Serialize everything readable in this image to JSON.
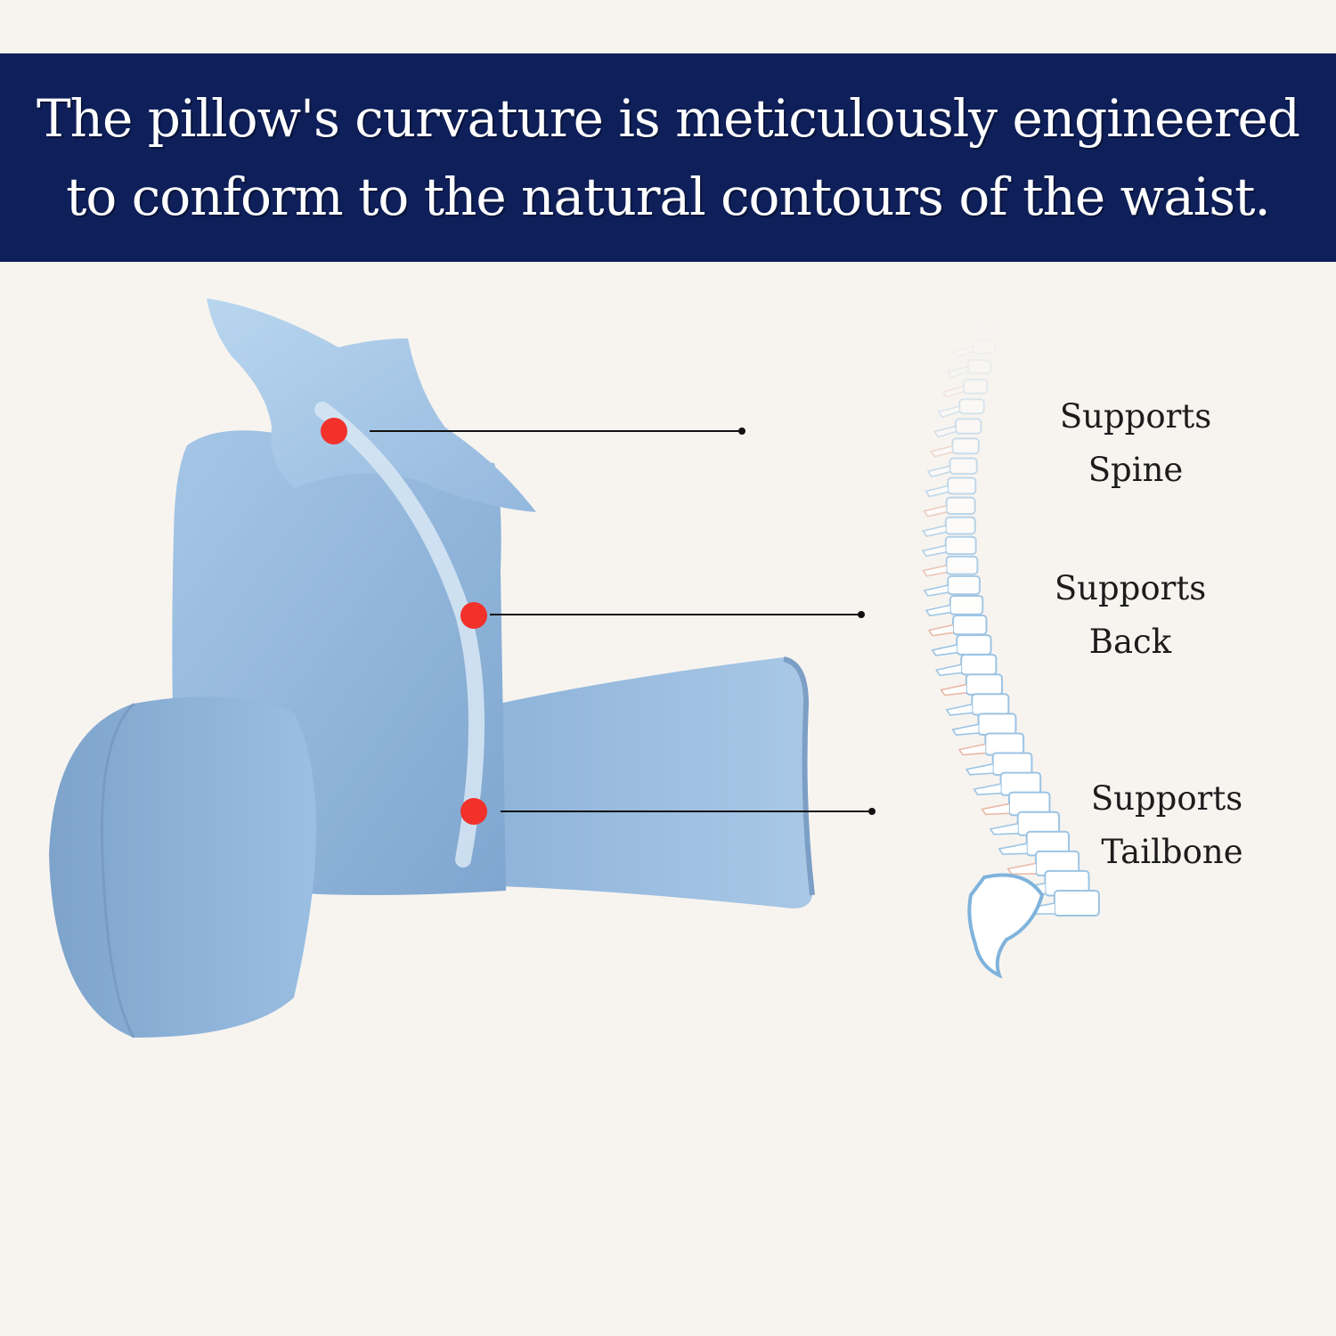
{
  "headline": {
    "line1": "The pillow's curvature is meticulously engineered",
    "line2": "to conform to the natural contours of the waist."
  },
  "callouts": [
    {
      "line1": "Supports",
      "line2": "Spine"
    },
    {
      "line1": "Supports",
      "line2": "Back"
    },
    {
      "line1": "Supports",
      "line2": "Tailbone"
    }
  ],
  "colors": {
    "banner": "#0e1f5a",
    "background": "#f7f4f0",
    "pillow": "#8fb3d6",
    "marker": "#f2312b"
  }
}
